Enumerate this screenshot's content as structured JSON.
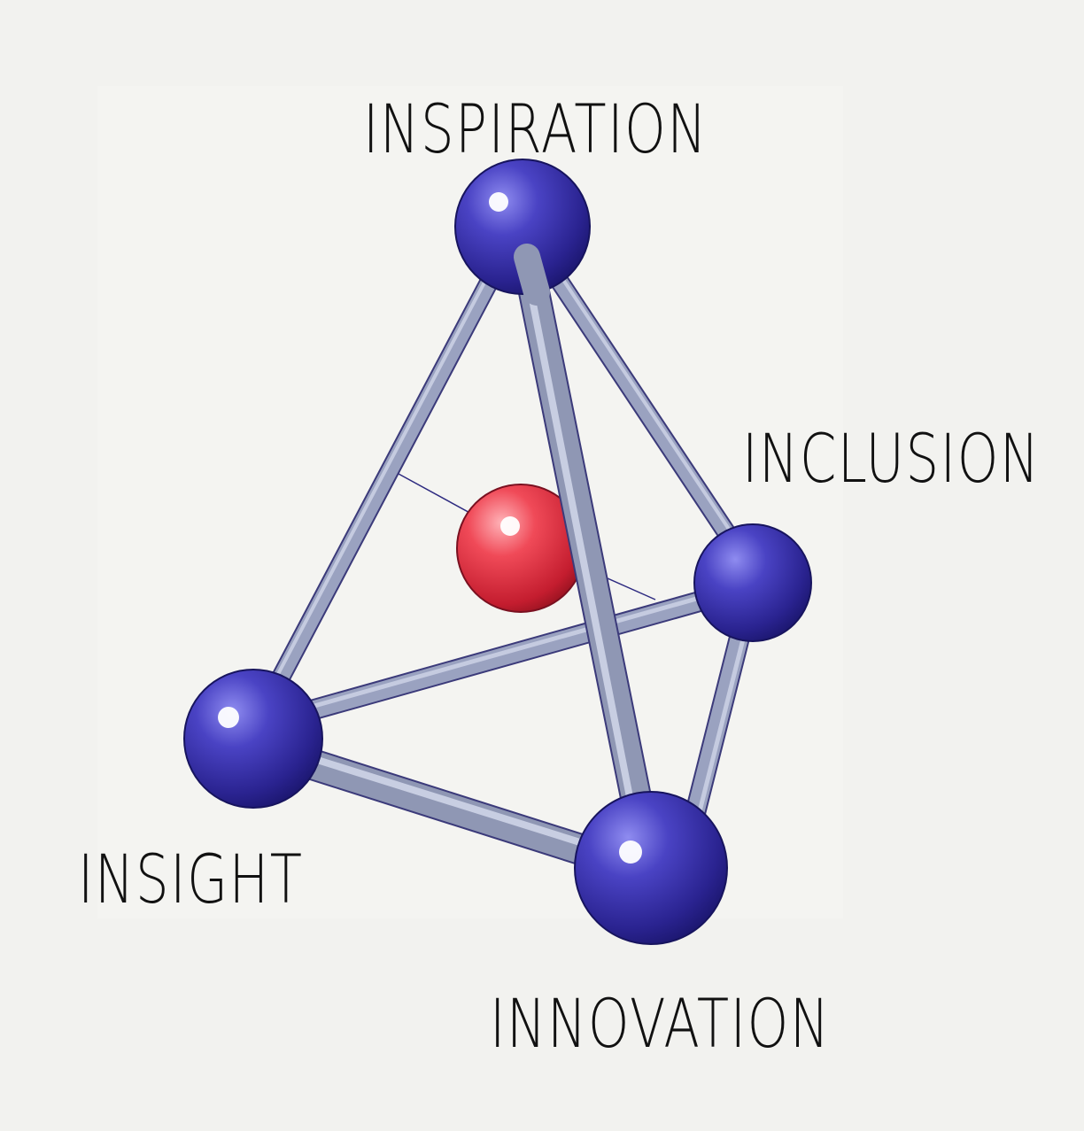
{
  "nodes": {
    "top": {
      "label": "INSPIRATION"
    },
    "right": {
      "label": "INCLUSION"
    },
    "left": {
      "label": "INSIGHT"
    },
    "bottom": {
      "label": "INNOVATION"
    }
  },
  "colors": {
    "background": "#f2f2ef",
    "vertex_sphere": "#3a33a8",
    "center_sphere": "#e0303f",
    "rod": "#8f97b4"
  }
}
